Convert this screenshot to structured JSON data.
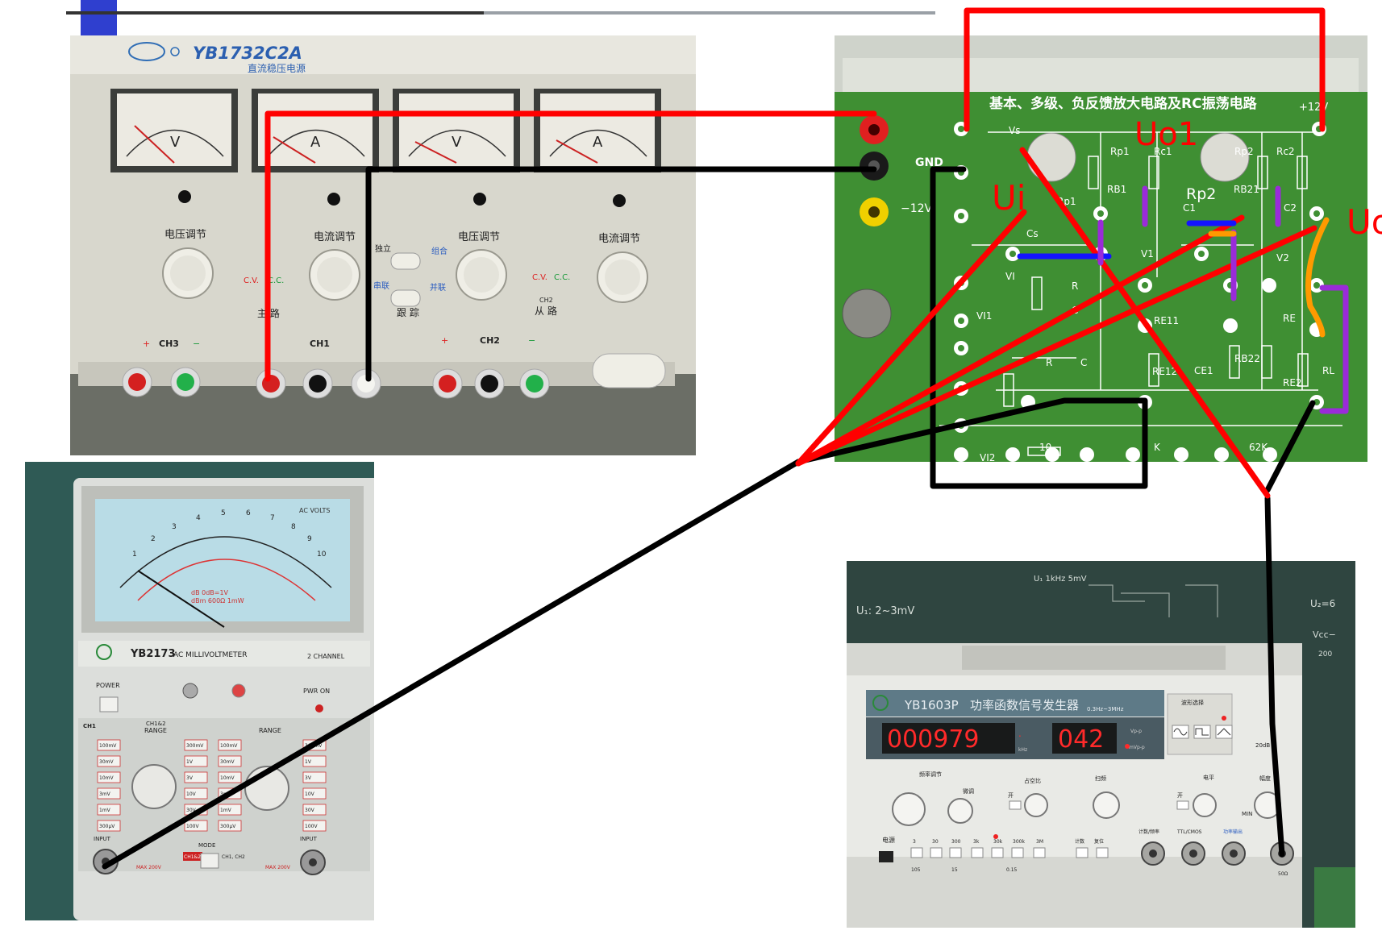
{
  "psu": {
    "model": "YB1732C2A",
    "subtitle": "直流稳压电源",
    "meter_v": "V",
    "meter_a": "A",
    "knob_voltage": "电压调节",
    "knob_current": "电流调节",
    "mode_cv": "C.V.",
    "mode_cc": "C.C.",
    "mode_independent": "独立",
    "mode_combined": "组合",
    "mode_series": "串联",
    "mode_parallel": "并联",
    "mode_track": "跟 踪",
    "main_channel": "主 路",
    "slave_channel": "从 路",
    "ch2_small": "CH2",
    "ch3": "CH3",
    "ch1": "CH1",
    "ch2": "CH2",
    "plus": "+",
    "minus": "−"
  },
  "board": {
    "title": "基本、多级、负反馈放大电路及RC振荡电路",
    "plus_supply": "+12V",
    "gnd": "GND",
    "minus_supply": "−12V",
    "vs": "Vs",
    "vi": "VI",
    "vi1": "VI1",
    "vi2": "VI2",
    "cs": "Cs",
    "rp1": "Rp1",
    "rc1": "Rc1",
    "rb1": "RB1",
    "rp2": "Rp2",
    "rp2_big": "Rp2",
    "rc2": "Rc2",
    "rb21": "RB21",
    "c1": "C1",
    "c2": "C2",
    "v1": "V1",
    "v2": "V2",
    "r": "R",
    "c": "C",
    "re11": "RE11",
    "re12": "RE12",
    "ce1": "CE1",
    "rb22": "RB22",
    "re2a": "RE",
    "re2": "RE2",
    "rl": "RL",
    "r10": "10",
    "r62k": "62K",
    "rk": "K",
    "rp_left": "Rp1"
  },
  "annotations": {
    "ui": "Ui",
    "uo1": "Uo1",
    "uo": "Uo"
  },
  "millivoltmeter": {
    "model": "YB2173",
    "type": "AC  MILLIVOLTMETER",
    "channels": "2 CHANNEL",
    "scale": "AC VOLTS",
    "power": "POWER",
    "pwr_on": "PWR  ON",
    "ch1": "CH1",
    "range_ch1": "RANGE",
    "range": "RANGE",
    "range_hdr": "CH1&2",
    "input_left": "INPUT",
    "input_right": "INPUT",
    "mode": "MODE",
    "mode_a": "CH1&2",
    "mode_b": "CH1, CH2",
    "max_left": "MAX 200V",
    "max_right": "MAX 200V",
    "db_note": "dB   0dB=1V",
    "dbm_note": "dBm  600Ω 1mW",
    "ranges_left": [
      "100mV",
      "30mV",
      "10mV",
      "3mV",
      "1mV",
      "300μV"
    ],
    "ranges_mid": [
      "300mV",
      "1V",
      "3V",
      "10V",
      "30V",
      "100V"
    ],
    "ranges_right": [
      "100mV",
      "30mV",
      "10mV",
      "3mV",
      "1mV",
      "300μV"
    ],
    "ranges_far": [
      "300mV",
      "1V",
      "3V",
      "10V",
      "30V",
      "100V"
    ],
    "scale_top": [
      "1",
      "2",
      "3",
      "4",
      "5",
      "6",
      "7",
      "8",
      "9",
      "10"
    ]
  },
  "generator": {
    "model": "YB1603P",
    "name": "功率函数信号发生器",
    "range": "0.3Hz~3MHz",
    "freq_display": "000979",
    "freq_dot": ".",
    "freq_unit": "kHz",
    "amp_display": "042",
    "amp_unit_a": "Vp-p",
    "amp_unit_b": "mVp-p",
    "wave_select": "波形选择",
    "freq_adjust": "频率调节",
    "fine": "微调",
    "duty": "占空比",
    "sweep": "扫频",
    "level": "电平",
    "amplitude": "幅度",
    "power_label": "电源",
    "on": "开",
    "min": "MIN",
    "ttl": "TTL/CMOS",
    "power_out": "功率输出",
    "count_ext": "计数/频率",
    "count": "计数",
    "reset": "复位",
    "atten": "20dB",
    "output_50": "50Ω",
    "range_buttons": [
      "3",
      "30",
      "300",
      "3k",
      "30k",
      "300k",
      "3M"
    ],
    "range_multipliers": [
      "105",
      "15",
      "0.15"
    ],
    "chalk_a": "U₁ 1kHz 5mV",
    "chalk_b": "U₁: 2~3mV",
    "chalk_c": "U₂=6",
    "chalk_d": "Vcc−",
    "chalk_e": "200"
  },
  "colors": {
    "red_wire": "#ff0000",
    "black_wire": "#000000",
    "blue_jumper": "#1414ff",
    "purple_jumper": "#9a2bd9",
    "orange_jumper": "#ff9a00",
    "board_green": "#3f8f33"
  }
}
